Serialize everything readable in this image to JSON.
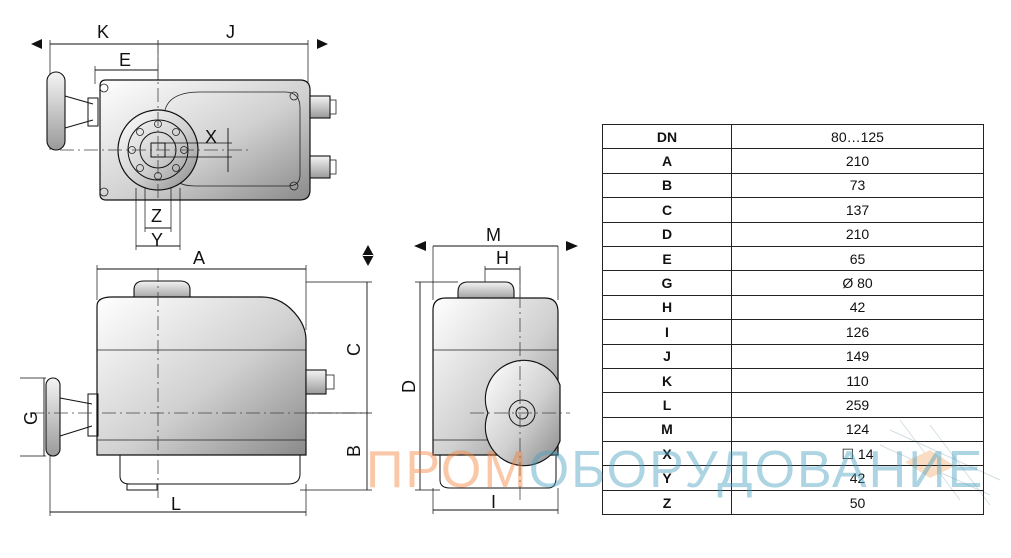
{
  "labels": {
    "K": "K",
    "J": "J",
    "E": "E",
    "X": "X",
    "Z": "Z",
    "Y": "Y",
    "A": "A",
    "C": "C",
    "B": "B",
    "G": "G",
    "L": "L",
    "M": "M",
    "H": "H",
    "D": "D",
    "I": "I"
  },
  "table": {
    "rows": [
      {
        "key": "DN",
        "value": "80…125"
      },
      {
        "key": "A",
        "value": "210"
      },
      {
        "key": "B",
        "value": "73"
      },
      {
        "key": "C",
        "value": "137"
      },
      {
        "key": "D",
        "value": "210"
      },
      {
        "key": "E",
        "value": "65"
      },
      {
        "key": "G",
        "value": "Ø 80"
      },
      {
        "key": "H",
        "value": "42"
      },
      {
        "key": "I",
        "value": "126"
      },
      {
        "key": "J",
        "value": "149"
      },
      {
        "key": "K",
        "value": "110"
      },
      {
        "key": "L",
        "value": "259"
      },
      {
        "key": "M",
        "value": "124"
      },
      {
        "key": "X",
        "value": "☐ 14"
      },
      {
        "key": "Y",
        "value": "42"
      },
      {
        "key": "Z",
        "value": "50"
      }
    ]
  },
  "watermark": {
    "part1": "ПРОМ",
    "part2": "ОБОРУДОВАНИЕ"
  }
}
